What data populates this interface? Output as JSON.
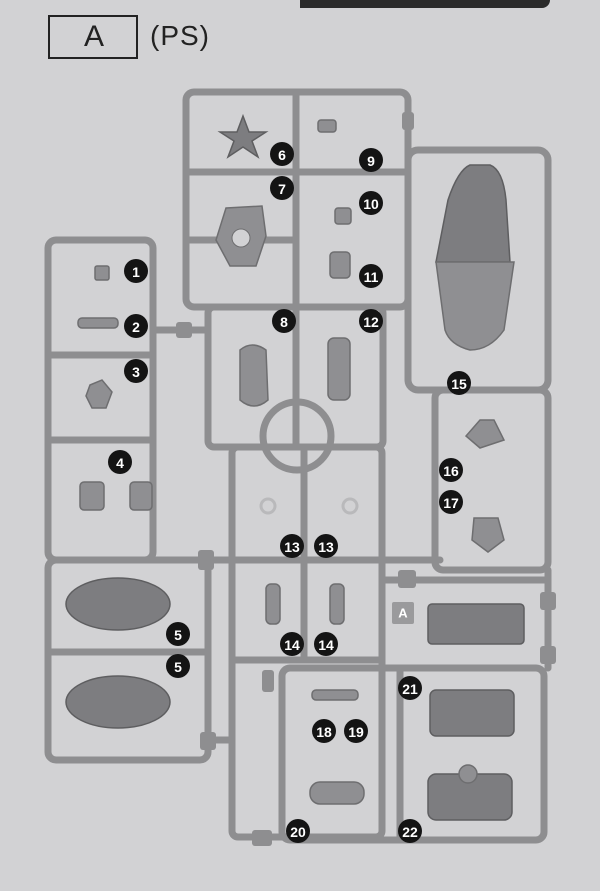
{
  "header": {
    "box_letter": "A",
    "subtitle": "(PS)"
  },
  "runner": {
    "tag_letter": "A",
    "part_numbers": [
      "1",
      "2",
      "3",
      "4",
      "5",
      "5",
      "6",
      "7",
      "8",
      "9",
      "10",
      "11",
      "12",
      "13",
      "13",
      "14",
      "14",
      "15",
      "16",
      "17",
      "18",
      "19",
      "20",
      "21",
      "22"
    ]
  },
  "colors": {
    "background": "#d2d2d4",
    "frame": "#8e8e90",
    "parts": "#8f8f92",
    "label_circle": "#141414"
  }
}
